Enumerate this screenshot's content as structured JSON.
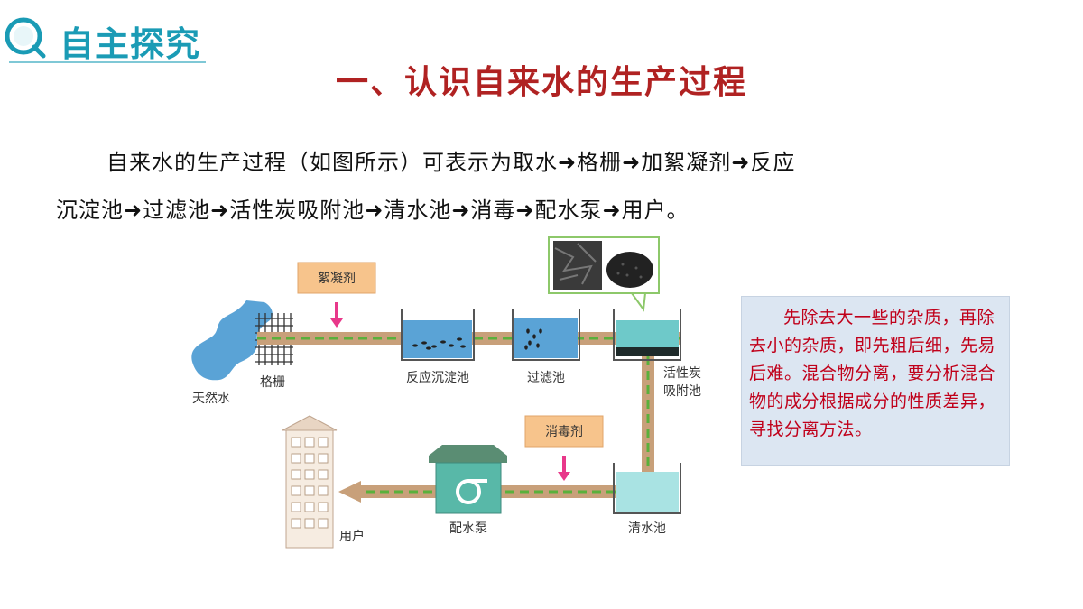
{
  "header": {
    "title": "自主探究"
  },
  "main_title": "一、认识自来水的生产过程",
  "paragraph": {
    "line1": "自来水的生产过程（如图所示）可表示为取水➜格栅➜加絮凝剂➜反应",
    "line2": "沉淀池➜过滤池➜活性炭吸附池➜清水池➜消毒➜配水泵➜用户。"
  },
  "diagram": {
    "labels": {
      "natural_water": "天然水",
      "grille": "格栅",
      "flocculant": "絮凝剂",
      "reaction_tank": "反应沉淀池",
      "filter_tank": "过滤池",
      "carbon_tank_1": "活性炭",
      "carbon_tank_2": "吸附池",
      "disinfectant": "消毒剂",
      "clear_tank": "清水池",
      "pump": "配水泵",
      "user": "用户"
    },
    "colors": {
      "pipe": "#c8a07a",
      "flow": "#5ab03c",
      "water": "#5aa3d6",
      "reagent": "#f7c48c",
      "arrow": "#e8388a"
    }
  },
  "note": {
    "text": "先除去大一些的杂质，再除去小的杂质，即先粗后细，先易后难。混合物分离，要分析混合物的成分根据成分的性质差异，寻找分离方法。"
  }
}
